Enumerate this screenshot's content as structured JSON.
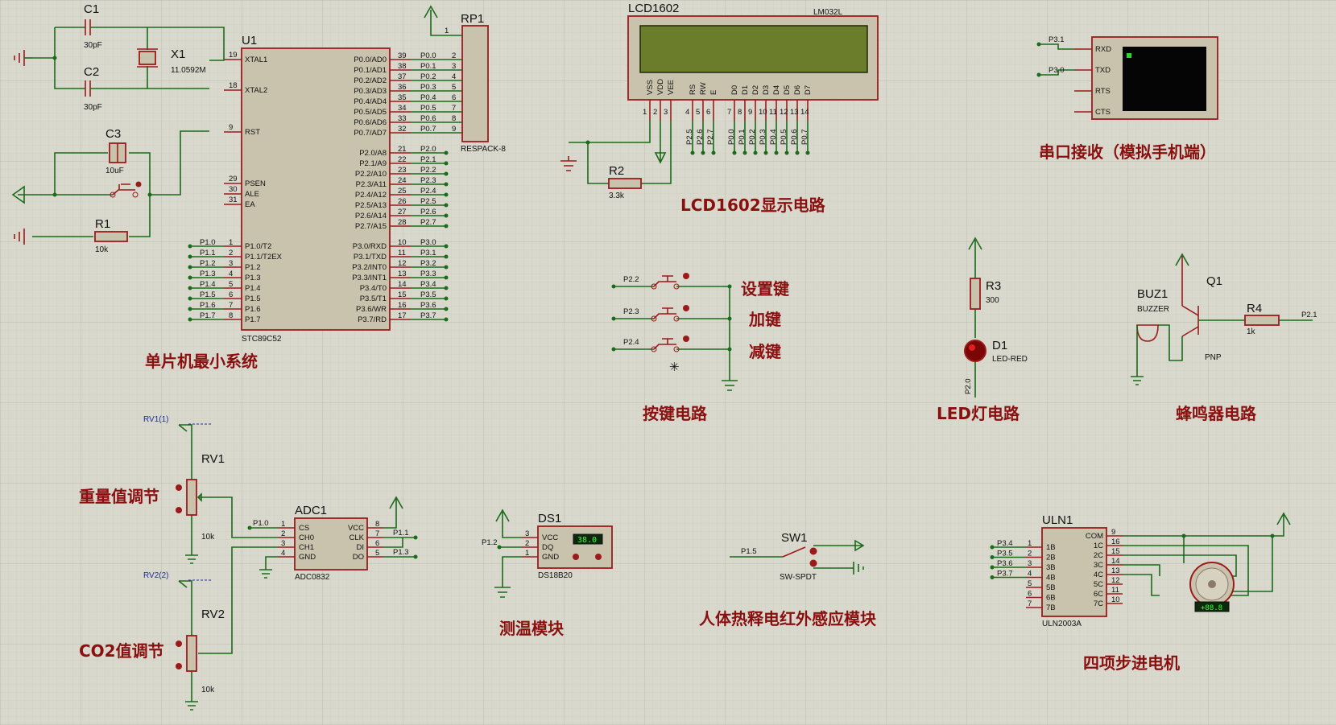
{
  "captions": {
    "mcu": "单片机最小系统",
    "lcd": "LCD1602显示电路",
    "serial": "串口接收（模拟手机端）",
    "keys": "按键电路",
    "led": "LED灯电路",
    "buzzer": "蜂鸣器电路",
    "weight": "重量值调节",
    "co2": "CO2值调节",
    "temp": "测温模块",
    "pir": "人体热释电红外感应模块",
    "motor": "四项步进电机"
  },
  "key_labels": {
    "set": "设置键",
    "add": "加键",
    "sub": "减键"
  },
  "parts": {
    "c1": "C1",
    "c1v": "30pF",
    "c2": "C2",
    "c2v": "30pF",
    "x1": "X1",
    "x1v": "11.0592M",
    "c3": "C3",
    "c3v": "10uF",
    "r1": "R1",
    "r1v": "10k",
    "u1": "U1",
    "u1v": "STC89C52",
    "rp1": "RP1",
    "rp1v": "RESPACK-8",
    "lcd": "LCD1602",
    "lcdv": "LM032L",
    "r2": "R2",
    "r2v": "3.3k",
    "r3": "R3",
    "r3v": "300",
    "d1": "D1",
    "d1v": "LED-RED",
    "buz": "BUZ1",
    "buzv": "BUZZER",
    "q1": "Q1",
    "q1v": "PNP",
    "r4": "R4",
    "r4v": "1k",
    "rv1": "RV1",
    "rv1v": "10k",
    "rv1p": "RV1(1)",
    "rv2": "RV2",
    "rv2v": "10k",
    "rv2p": "RV2(2)",
    "adc": "ADC1",
    "adcv": "ADC0832",
    "ds": "DS1",
    "dsv": "DS18B20",
    "dsread": "38.0",
    "sw": "SW1",
    "swv": "SW-SPDT",
    "uln": "ULN1",
    "ulnv": "ULN2003A"
  },
  "mcu_pins_left": [
    {
      "n": "19",
      "l": "XTAL1"
    },
    {
      "n": "18",
      "l": "XTAL2"
    },
    {
      "n": "9",
      "l": "RST"
    },
    {
      "n": "29",
      "l": "PSEN"
    },
    {
      "n": "30",
      "l": "ALE"
    },
    {
      "n": "31",
      "l": "EA"
    }
  ],
  "p1_pins": [
    {
      "n": "1",
      "l": "P1.0/T2",
      "net": "P1.0"
    },
    {
      "n": "2",
      "l": "P1.1/T2EX",
      "net": "P1.1"
    },
    {
      "n": "3",
      "l": "P1.2",
      "net": "P1.2"
    },
    {
      "n": "4",
      "l": "P1.3",
      "net": "P1.3"
    },
    {
      "n": "5",
      "l": "P1.4",
      "net": "P1.4"
    },
    {
      "n": "6",
      "l": "P1.5",
      "net": "P1.5"
    },
    {
      "n": "7",
      "l": "P1.6",
      "net": "P1.6"
    },
    {
      "n": "8",
      "l": "P1.7",
      "net": "P1.7"
    }
  ],
  "p0_pins": [
    {
      "n": "39",
      "l": "P0.0/AD0",
      "net": "P0.0"
    },
    {
      "n": "38",
      "l": "P0.1/AD1",
      "net": "P0.1"
    },
    {
      "n": "37",
      "l": "P0.2/AD2",
      "net": "P0.2"
    },
    {
      "n": "36",
      "l": "P0.3/AD3",
      "net": "P0.3"
    },
    {
      "n": "35",
      "l": "P0.4/AD4",
      "net": "P0.4"
    },
    {
      "n": "34",
      "l": "P0.5/AD5",
      "net": "P0.5"
    },
    {
      "n": "33",
      "l": "P0.6/AD6",
      "net": "P0.6"
    },
    {
      "n": "32",
      "l": "P0.7/AD7",
      "net": "P0.7"
    }
  ],
  "p2_pins": [
    {
      "n": "21",
      "l": "P2.0/A8",
      "net": "P2.0"
    },
    {
      "n": "22",
      "l": "P2.1/A9",
      "net": "P2.1"
    },
    {
      "n": "23",
      "l": "P2.2/A10",
      "net": "P2.2"
    },
    {
      "n": "24",
      "l": "P2.3/A11",
      "net": "P2.3"
    },
    {
      "n": "25",
      "l": "P2.4/A12",
      "net": "P2.4"
    },
    {
      "n": "26",
      "l": "P2.5/A13",
      "net": "P2.5"
    },
    {
      "n": "27",
      "l": "P2.6/A14",
      "net": "P2.6"
    },
    {
      "n": "28",
      "l": "P2.7/A15",
      "net": "P2.7"
    }
  ],
  "p3_pins": [
    {
      "n": "10",
      "l": "P3.0/RXD",
      "net": "P3.0"
    },
    {
      "n": "11",
      "l": "P3.1/TXD",
      "net": "P3.1"
    },
    {
      "n": "12",
      "l": "P3.2/INT0",
      "net": "P3.2"
    },
    {
      "n": "13",
      "l": "P3.3/INT1",
      "net": "P3.3"
    },
    {
      "n": "14",
      "l": "P3.4/T0",
      "net": "P3.4"
    },
    {
      "n": "15",
      "l": "P3.5/T1",
      "net": "P3.5"
    },
    {
      "n": "16",
      "l": "P3.6/WR",
      "net": "P3.6"
    },
    {
      "n": "17",
      "l": "P3.7/RD",
      "net": "P3.7"
    }
  ],
  "lcd_pins": [
    {
      "n": "1",
      "l": "VSS"
    },
    {
      "n": "2",
      "l": "VDD"
    },
    {
      "n": "3",
      "l": "VEE"
    },
    {
      "n": "4",
      "l": "RS",
      "net": "P2.5"
    },
    {
      "n": "5",
      "l": "RW",
      "net": "P2.6"
    },
    {
      "n": "6",
      "l": "E",
      "net": "P2.7"
    },
    {
      "n": "7",
      "l": "D0",
      "net": "P0.0"
    },
    {
      "n": "8",
      "l": "D1",
      "net": "P0.1"
    },
    {
      "n": "9",
      "l": "D2",
      "net": "P0.2"
    },
    {
      "n": "10",
      "l": "D3",
      "net": "P0.3"
    },
    {
      "n": "11",
      "l": "D4",
      "net": "P0.4"
    },
    {
      "n": "12",
      "l": "D5",
      "net": "P0.5"
    },
    {
      "n": "13",
      "l": "D6",
      "net": "P0.6"
    },
    {
      "n": "14",
      "l": "D7",
      "net": "P0.7"
    }
  ],
  "serial_pins": [
    {
      "l": "RXD",
      "net": "P3.1"
    },
    {
      "l": "TXD",
      "net": "P3.0"
    },
    {
      "l": "RTS",
      "net": ""
    },
    {
      "l": "CTS",
      "net": ""
    }
  ],
  "key_nets": [
    "P2.2",
    "P2.3",
    "P2.4"
  ],
  "adc_left": [
    {
      "n": "1",
      "l": "CS",
      "net": "P1.0"
    },
    {
      "n": "2",
      "l": "CH0"
    },
    {
      "n": "3",
      "l": "CH1"
    },
    {
      "n": "4",
      "l": "GND"
    }
  ],
  "adc_right": [
    {
      "n": "8",
      "l": "VCC"
    },
    {
      "n": "7",
      "l": "CLK",
      "net": "P1.1"
    },
    {
      "n": "6",
      "l": "DI"
    },
    {
      "n": "5",
      "l": "DO",
      "net": "P1.3"
    }
  ],
  "ds_pins": [
    {
      "n": "3",
      "l": "VCC"
    },
    {
      "n": "2",
      "l": "DQ",
      "net": "P1.2"
    },
    {
      "n": "1",
      "l": "GND"
    }
  ],
  "misc_nets": {
    "led": "P2.0",
    "buz": "P2.1",
    "sw": "P1.5"
  },
  "uln_left": [
    {
      "n": "1",
      "l": "1B",
      "net": "P3.4"
    },
    {
      "n": "2",
      "l": "2B",
      "net": "P3.5"
    },
    {
      "n": "3",
      "l": "3B",
      "net": "P3.6"
    },
    {
      "n": "4",
      "l": "4B",
      "net": "P3.7"
    },
    {
      "n": "5",
      "l": "5B"
    },
    {
      "n": "6",
      "l": "6B"
    },
    {
      "n": "7",
      "l": "7B"
    }
  ],
  "uln_right": [
    {
      "n": "9",
      "l": "COM"
    },
    {
      "n": "16",
      "l": "1C"
    },
    {
      "n": "15",
      "l": "2C"
    },
    {
      "n": "14",
      "l": "3C"
    },
    {
      "n": "13",
      "l": "4C"
    },
    {
      "n": "12",
      "l": "5C"
    },
    {
      "n": "11",
      "l": "6C"
    },
    {
      "n": "10",
      "l": "7C"
    }
  ],
  "motor_read": "+88.8"
}
